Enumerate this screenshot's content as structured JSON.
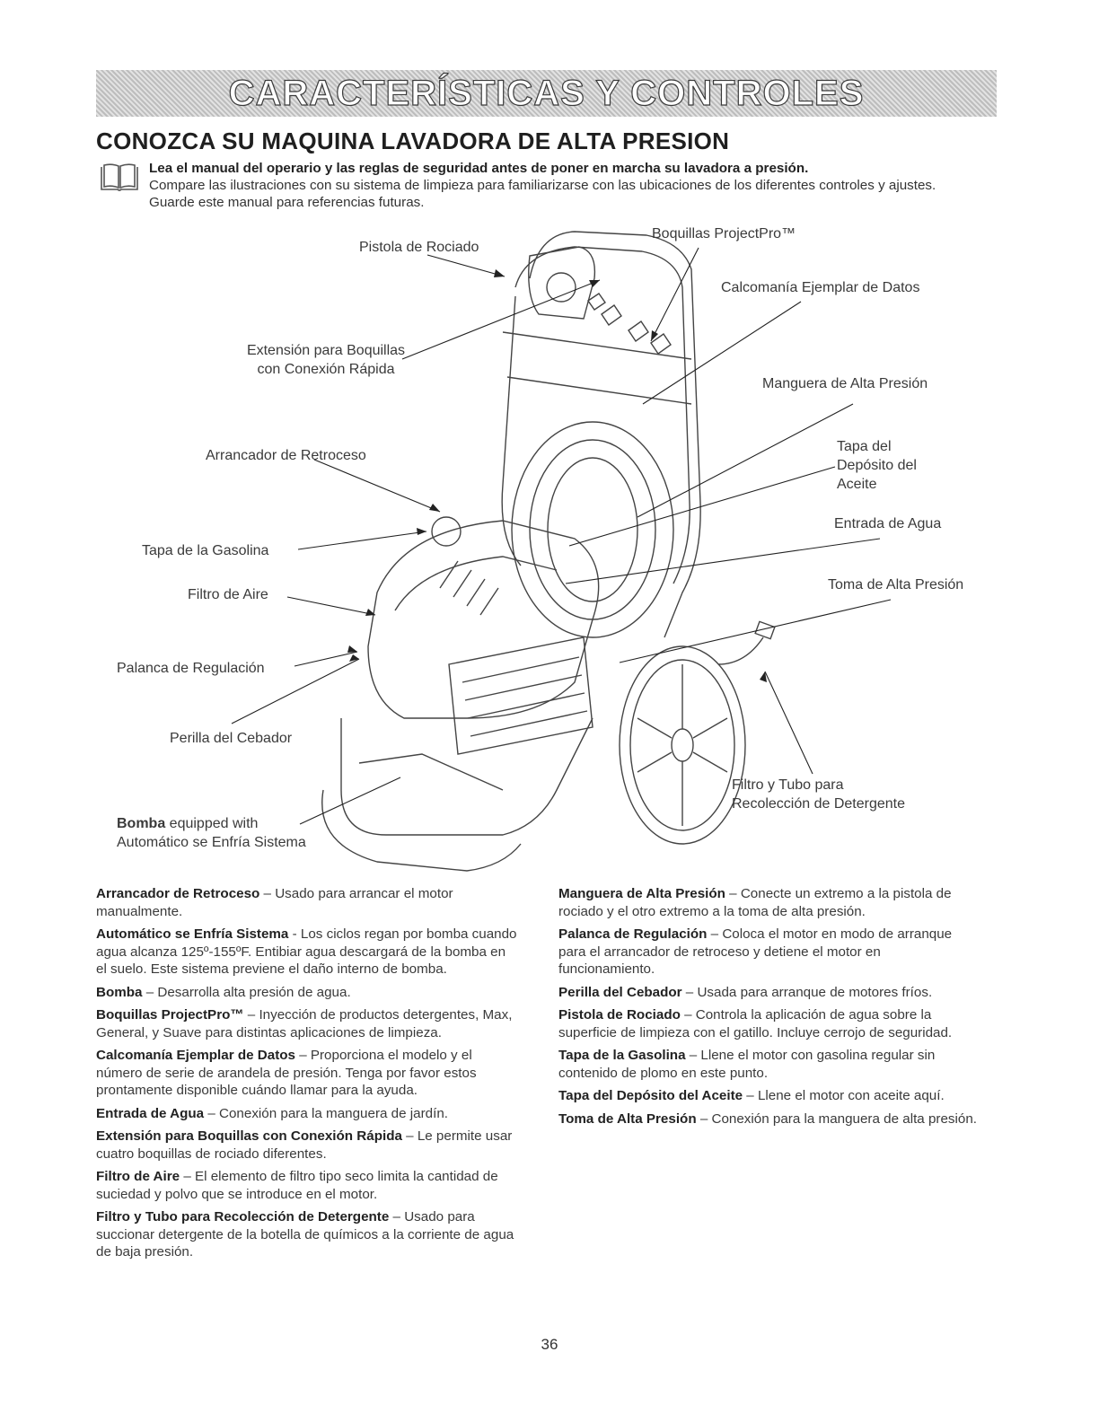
{
  "header": {
    "banner": "CARACTERÍSTICAS Y CONTROLES",
    "subtitle": "CONOZCA SU MAQUINA LAVADORA DE ALTA PRESION"
  },
  "intro": {
    "bold_line": "Lea el manual del operario y las reglas de seguridad antes de poner en marcha su lavadora a presión.",
    "text": "Compare las ilustraciones con su sistema de limpieza para familiarizarse con las ubicaciones de los diferentes controles y ajustes. Guarde este manual para referencias futuras."
  },
  "diagram": {
    "labels": {
      "pistola": "Pistola de Rociado",
      "boquillas": "Boquillas ProjectPro™",
      "calcomania": "Calcomanía Ejemplar de Datos",
      "extension_1": "Extensión para Boquillas",
      "extension_2": "con Conexión Rápida",
      "manguera": "Manguera de Alta Presión",
      "arrancador": "Arrancador de Retroceso",
      "tapa_aceite_1": "Tapa del",
      "tapa_aceite_2": "Depósito del",
      "tapa_aceite_3": "Aceite",
      "entrada": "Entrada de Agua",
      "tapa_gasolina": "Tapa de la Gasolina",
      "toma": "Toma de Alta Presión",
      "filtro_aire": "Filtro de Aire",
      "palanca": "Palanca de Regulación",
      "perilla": "Perilla del Cebador",
      "filtro_tubo_1": "Filtro y Tubo para",
      "filtro_tubo_2": "Recolección de Detergente",
      "bomba_bold": "Bomba",
      "bomba_rest": " equipped with",
      "bomba_2": "Automático se Enfría Sistema"
    }
  },
  "descriptions": {
    "left": [
      {
        "term": "Arrancador de Retroceso",
        "text": " – Usado para arrancar el motor manualmente."
      },
      {
        "term": "Automático se Enfría Sistema",
        "text": " - Los ciclos regan por bomba cuando agua alcanza 125º-155ºF. Entibiar agua descargará de la bomba en el suelo. Este sistema previene el daño interno de bomba."
      },
      {
        "term": "Bomba",
        "text": " – Desarrolla alta presión de agua."
      },
      {
        "term": "Boquillas ProjectPro™",
        "text": " – Inyección de productos detergentes, Max, General, y Suave para distintas aplicaciones de limpieza."
      },
      {
        "term": "Calcomanía Ejemplar de Datos",
        "text": " – Proporciona el modelo y el número de serie de arandela de presión. Tenga por favor estos prontamente disponible cuándo llamar para la ayuda."
      },
      {
        "term": "Entrada de Agua",
        "text": " – Conexión para la manguera de jardín."
      },
      {
        "term": "Extensión para Boquillas con Conexión Rápida",
        "text": " – Le permite usar cuatro boquillas de rociado diferentes."
      },
      {
        "term": "Filtro de Aire",
        "text": " – El elemento de filtro tipo seco limita la cantidad de suciedad y polvo que se introduce en el motor."
      },
      {
        "term": "Filtro y Tubo para Recolección de Detergente",
        "text": " – Usado para succionar detergente de la botella de químicos a la corriente de agua de baja presión."
      }
    ],
    "right": [
      {
        "term": "Manguera de Alta Presión",
        "text": " – Conecte un extremo a la pistola de rociado y el otro extremo a la toma de alta presión."
      },
      {
        "term": "Palanca de Regulación",
        "text": " – Coloca el motor en modo de arranque para el arrancador de retroceso y detiene el motor en funcionamiento."
      },
      {
        "term": "Perilla del Cebador",
        "text": " – Usada para arranque de motores fríos."
      },
      {
        "term": "Pistola de Rociado",
        "text": " – Controla la aplicación de agua sobre la superficie de limpieza con el gatillo. Incluye cerrojo de seguridad."
      },
      {
        "term": "Tapa de la Gasolina",
        "text": " – Llene el motor con gasolina regular sin contenido de plomo en este punto."
      },
      {
        "term": "Tapa del Depósito del Aceite",
        "text": " – Llene el motor con aceite aquí."
      },
      {
        "term": "Toma de Alta Presión",
        "text": " – Conexión para la manguera de alta presión."
      }
    ]
  },
  "page_number": "36"
}
